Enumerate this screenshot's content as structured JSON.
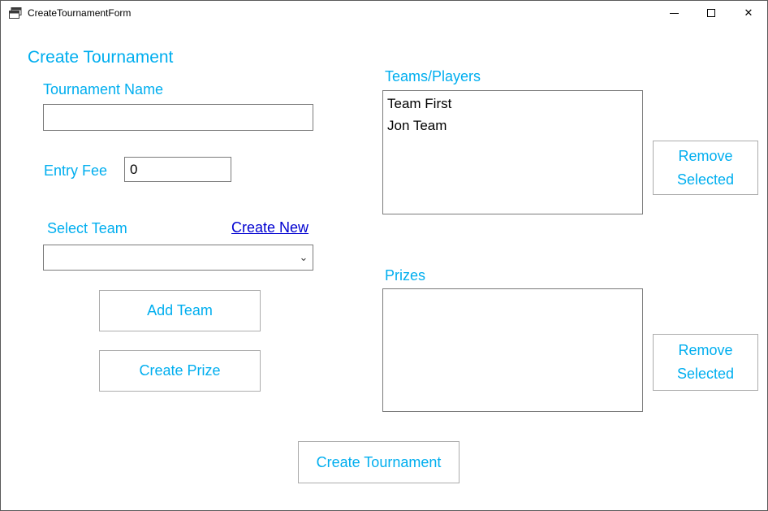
{
  "window": {
    "title": "CreateTournamentForm",
    "minimize_label": "minimize",
    "maximize_label": "maximize",
    "close_glyph": "✕"
  },
  "colors": {
    "accent": "#00AEEF",
    "link": "#0000D0",
    "list_text": "#000000"
  },
  "form": {
    "heading": "Create Tournament",
    "tournament_name": {
      "label": "Tournament Name",
      "value": "",
      "placeholder": ""
    },
    "entry_fee": {
      "label": "Entry Fee",
      "value": "0"
    },
    "select_team": {
      "label": "Select Team",
      "selected_value": ""
    },
    "create_new_link": "Create New",
    "add_team_button": "Add Team",
    "create_prize_button": "Create Prize",
    "create_tournament_button": "Create Tournament"
  },
  "teams": {
    "label": "Teams/Players",
    "items": [
      "Team First",
      "Jon Team"
    ],
    "remove_button": "Remove Selected"
  },
  "prizes": {
    "label": "Prizes",
    "items": [],
    "remove_button": "Remove Selected"
  }
}
